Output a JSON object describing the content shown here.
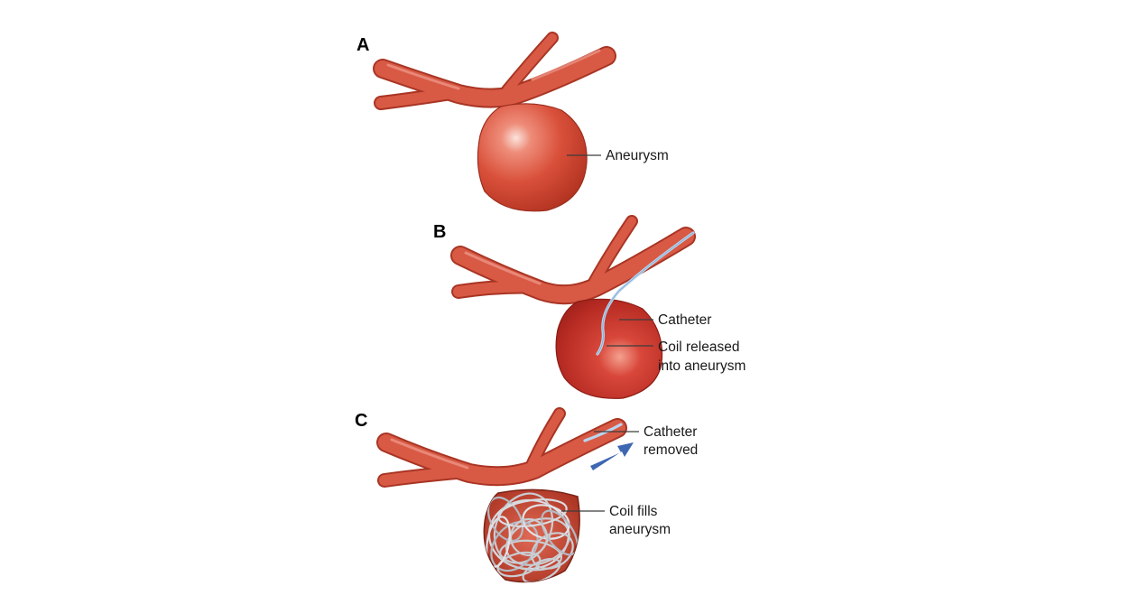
{
  "colors": {
    "vessel": "#d85a45",
    "vessel_dark": "#a93524",
    "catheter": "#b9d5ef",
    "coil": "#c9cdd3",
    "arrow": "#3d67b2"
  },
  "panels": [
    {
      "letter": "A",
      "labels": [
        "Aneurysm"
      ]
    },
    {
      "letter": "B",
      "labels": [
        "Catheter",
        "Coil released",
        "into aneurysm"
      ]
    },
    {
      "letter": "C",
      "labels": [
        "Catheter",
        "removed",
        "Coil fills",
        "aneurysm"
      ]
    }
  ]
}
